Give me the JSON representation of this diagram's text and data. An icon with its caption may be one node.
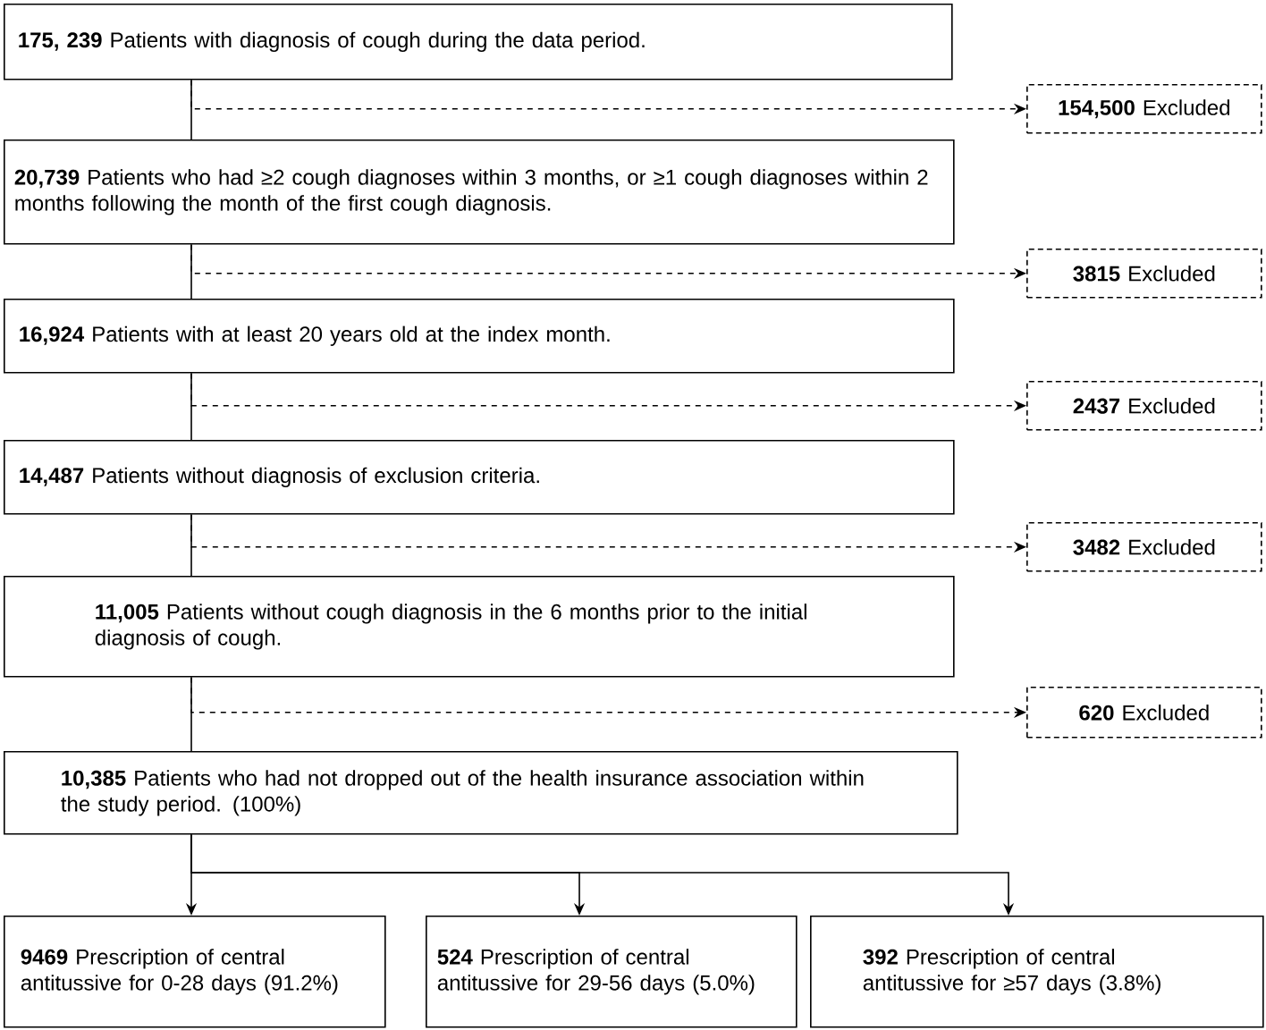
{
  "diagram": {
    "nodes": [
      {
        "text": [
          "**175, 239** Patients with diagnosis of cough during the data period."
        ]
      },
      {
        "text": [
          "**154,500** Excluded"
        ]
      },
      {
        "text": [
          "**20,739** Patients who had ≥2 cough diagnoses within 3 months, or ≥1 cough diagnoses within 2 months following the month of the first cough diagnosis."
        ]
      },
      {
        "text": [
          "**3815** Excluded"
        ]
      },
      {
        "text": [
          "**16,924** Patients with at least 20 years old at the index month."
        ]
      },
      {
        "text": [
          "**2437** Excluded"
        ]
      },
      {
        "text": [
          "**14,487** Patients without diagnosis of exclusion criteria."
        ]
      },
      {
        "text": [
          "**3482** Excluded"
        ]
      },
      {
        "text": [
          "**11,005** Patients without cough diagnosis in the 6 months prior to the initial diagnosis of cough."
        ]
      },
      {
        "text": [
          "**620** Excluded"
        ]
      },
      {
        "text": [
          "**10,385** Patients who had not dropped out of the health insurance association within the study period. (100%)"
        ]
      },
      {
        "text": [
          "**9469** Prescription of central antitussive for 0-28 days (91.2%)"
        ]
      },
      {
        "text": [
          "**524** Prescription of central antitussive for 29-56 days (5.0%)"
        ]
      },
      {
        "text": [
          "**392** Prescription of central antitussive for ≥57 days (3.8%)"
        ]
      }
    ],
    "edges": [
      {
        "from": 0,
        "to": 2,
        "arrow": "none"
      },
      {
        "from": 0,
        "to": 1,
        "arrow": "to",
        "style": "dashed"
      },
      {
        "from": 2,
        "to": 4,
        "arrow": "none"
      },
      {
        "from": 2,
        "to": 3,
        "arrow": "to",
        "style": "dashed"
      },
      {
        "from": 4,
        "to": 6,
        "arrow": "none"
      },
      {
        "from": 4,
        "to": 5,
        "arrow": "to",
        "style": "dashed"
      },
      {
        "from": 6,
        "to": 8,
        "arrow": "none"
      },
      {
        "from": 6,
        "to": 7,
        "arrow": "to",
        "style": "dashed"
      },
      {
        "from": 8,
        "to": 10,
        "arrow": "none"
      },
      {
        "from": 8,
        "to": 9,
        "arrow": "to",
        "style": "dashed"
      },
      {
        "from": 10,
        "to": 11,
        "arrow": "to"
      },
      {
        "from": 10,
        "to": 12,
        "arrow": "to"
      },
      {
        "from": 10,
        "to": 13,
        "arrow": "to"
      }
    ]
  }
}
